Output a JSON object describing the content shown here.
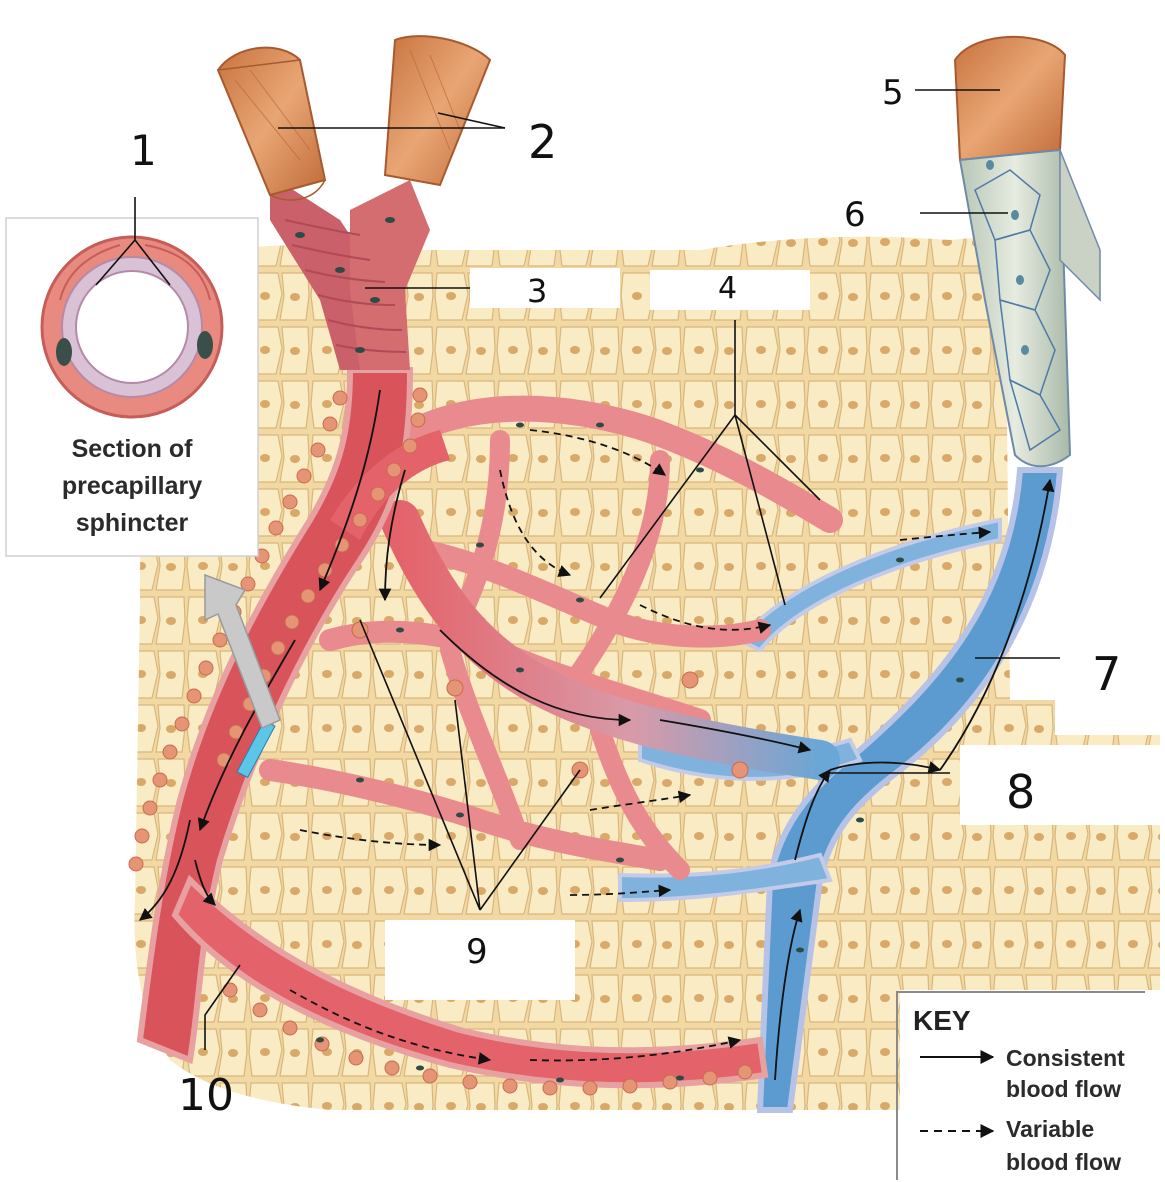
{
  "labels": {
    "n1": "1",
    "n2": "2",
    "n3": "3",
    "n4": "4",
    "n5": "5",
    "n6": "6",
    "n7": "7",
    "n8": "8",
    "n9": "9",
    "n10": "10"
  },
  "inset": {
    "line1": "Section of",
    "line2": "precapillary",
    "line3": "sphincter"
  },
  "key": {
    "title": "KEY",
    "consistent_line1": "Consistent",
    "consistent_line2": "blood flow",
    "variable_line1": "Variable",
    "variable_line2": "blood flow"
  },
  "colors": {
    "artery": "#d9535b",
    "arteriole": "#e4636a",
    "capillary_pink": "#e98a8f",
    "vein": "#5b9bcf",
    "venule": "#7fb2dc",
    "vessel_outer_copper": "#d2834f",
    "tissue_bg": "#f7e2b3",
    "cell_fill": "#f9ebc4",
    "cell_nucleus": "#d8a968",
    "sphincter_marker": "#5cc6e8"
  }
}
